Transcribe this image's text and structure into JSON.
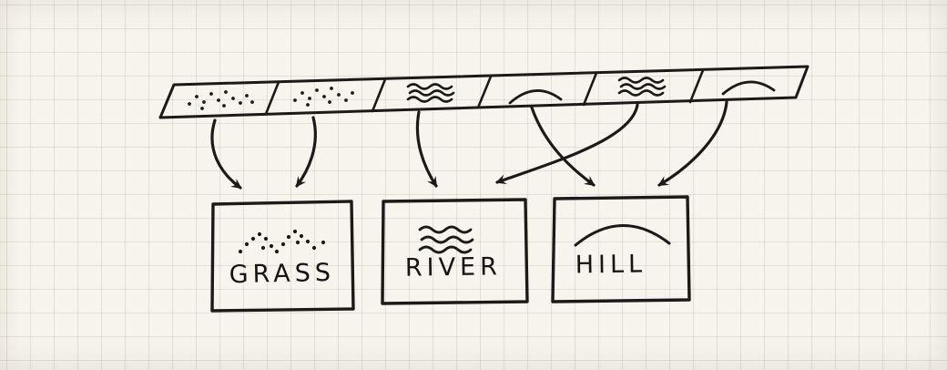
{
  "diagram": {
    "kind": "hand-drawn tileset mapping sketch",
    "tile_strip": {
      "cells": [
        {
          "id": 1,
          "pattern": "dots",
          "terrain": "grass"
        },
        {
          "id": 2,
          "pattern": "dots",
          "terrain": "grass"
        },
        {
          "id": 3,
          "pattern": "waves",
          "terrain": "river"
        },
        {
          "id": 4,
          "pattern": "arc",
          "terrain": "hill"
        },
        {
          "id": 5,
          "pattern": "waves",
          "terrain": "river"
        },
        {
          "id": 6,
          "pattern": "arc",
          "terrain": "hill"
        }
      ]
    },
    "boxes": [
      {
        "label": "GRASS",
        "icon": "dots-pattern"
      },
      {
        "label": "RIVER",
        "icon": "waves-pattern"
      },
      {
        "label": "HILL",
        "icon": "arc-pattern"
      }
    ],
    "connections": [
      {
        "from": "cell-1",
        "to": "GRASS"
      },
      {
        "from": "cell-2",
        "to": "GRASS"
      },
      {
        "from": "cell-3",
        "to": "RIVER"
      },
      {
        "from": "cell-4",
        "to": "HILL"
      },
      {
        "from": "cell-5",
        "to": "RIVER"
      },
      {
        "from": "cell-6",
        "to": "HILL"
      }
    ],
    "colors": {
      "ink": "#1c1a18",
      "paper": "#f7f4ee",
      "grid": "#ddd8cd"
    }
  }
}
